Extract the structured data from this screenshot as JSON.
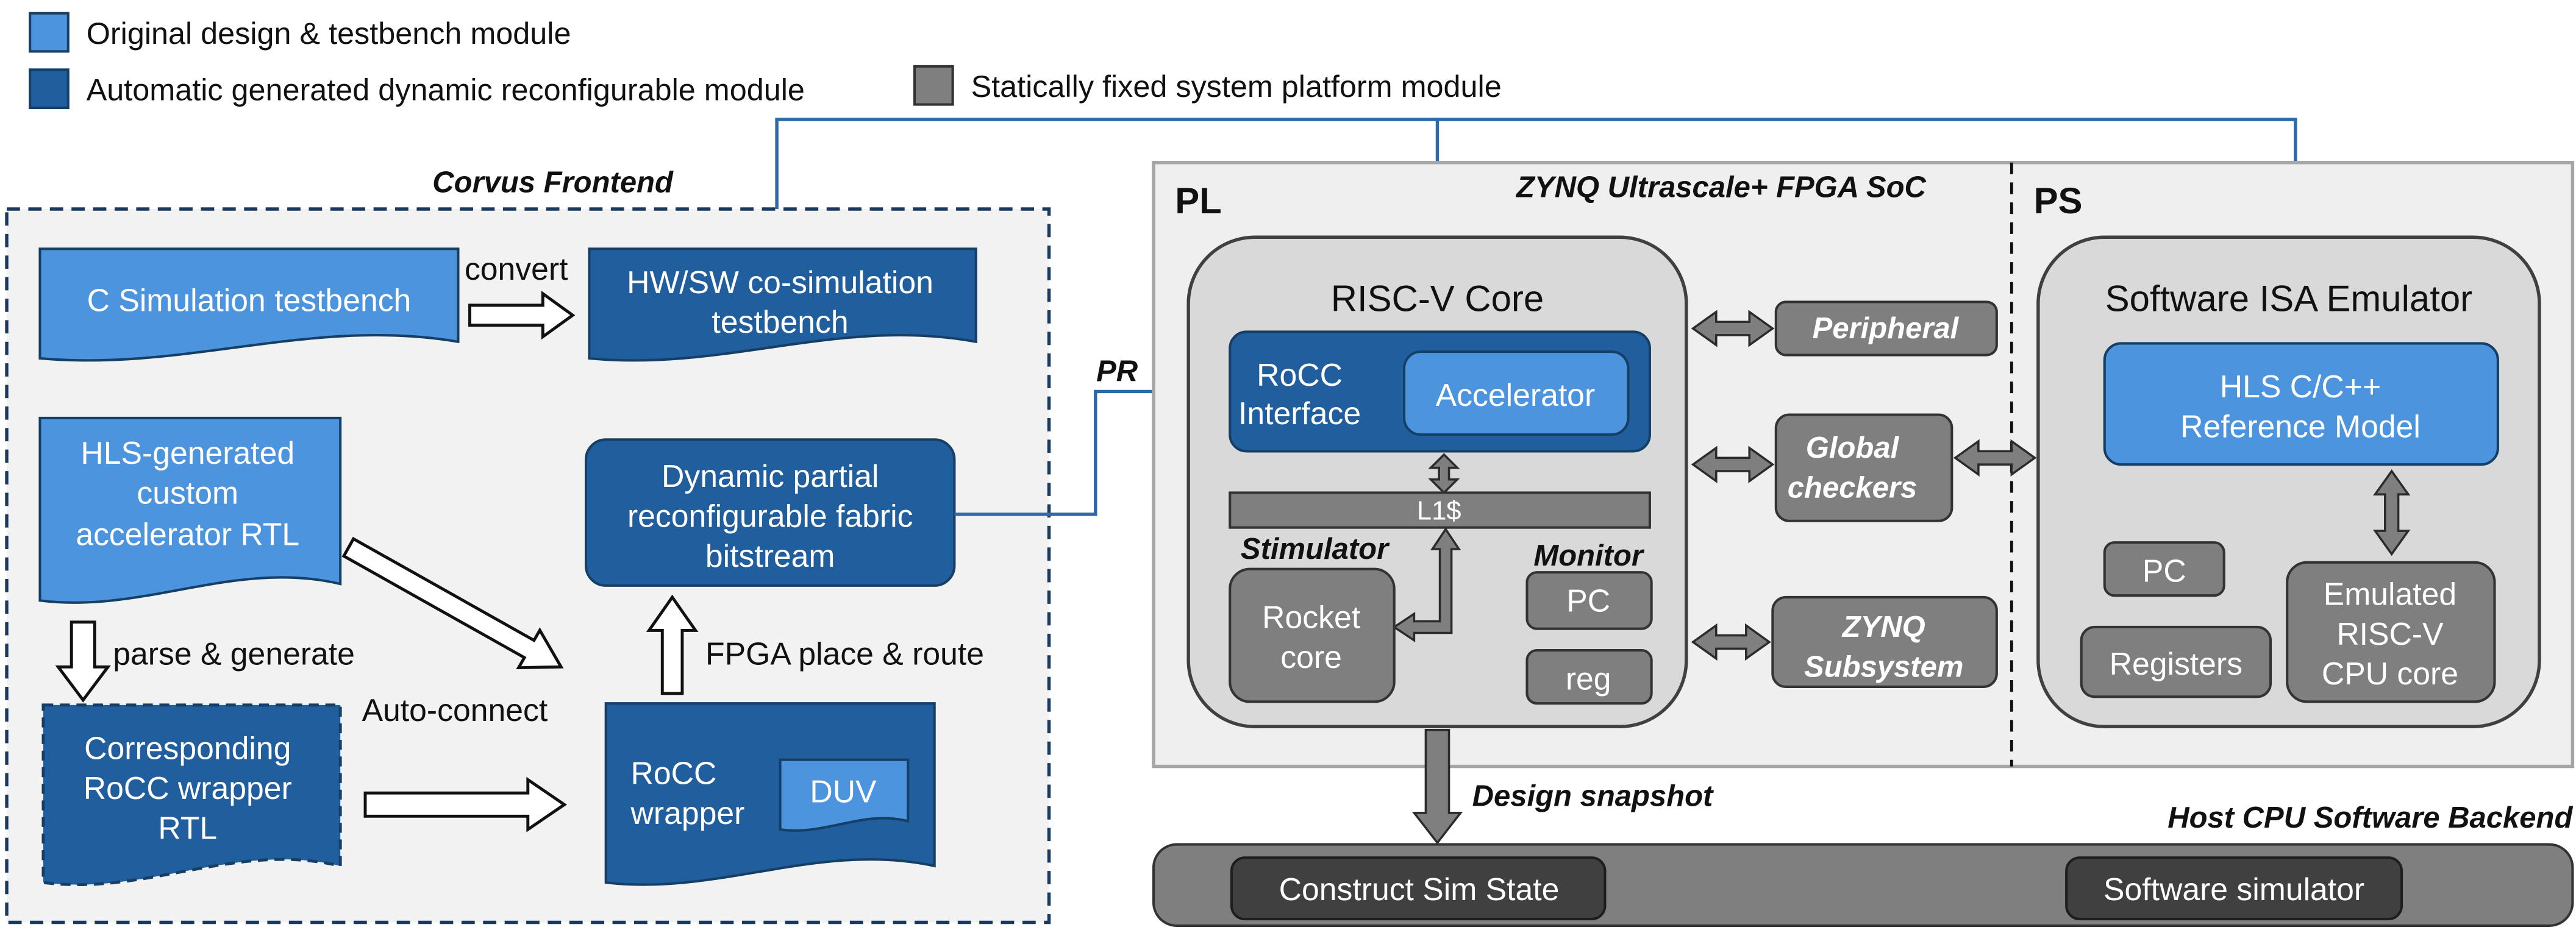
{
  "colors": {
    "light_blue": "#4d94de",
    "dark_blue": "#215e9e",
    "module_gray": "#7f7f7f",
    "dark_gray": "#404040",
    "container_gray": "#d9d9d9",
    "frontend_fill": "#f2f2f2",
    "soc_fill": "#efefef",
    "connector_blue": "#2e6aa8"
  },
  "legend": {
    "original": "Original design & testbench module",
    "generated": "Automatic generated dynamic reconfigurable module",
    "static": "Statically fixed system platform module"
  },
  "frontend": {
    "title": "Corvus Frontend",
    "c_sim_testbench": "C Simulation testbench",
    "convert_label": "convert",
    "cosim_testbench": [
      "HW/SW co-simulation",
      "testbench"
    ],
    "hls_rtl": [
      "HLS-generated",
      "custom",
      "accelerator RTL"
    ],
    "bitstream": [
      "Dynamic partial",
      "reconfigurable fabric",
      "bitstream"
    ],
    "parse_generate_label": "parse & generate",
    "auto_connect_label": "Auto-connect",
    "place_route_label": "FPGA place & route",
    "rocc_wrapper_rtl": [
      "Corresponding",
      "RoCC wrapper",
      "RTL"
    ],
    "rocc_wrapper": [
      "RoCC",
      "wrapper"
    ],
    "duv": "DUV"
  },
  "pr_label": "PR",
  "soc": {
    "title": "ZYNQ Ultrascale+ FPGA SoC",
    "pl_label": "PL",
    "ps_label": "PS",
    "riscv_core": {
      "title": "RISC-V Core",
      "rocc_interface": [
        "RoCC",
        "Interface"
      ],
      "accelerator": "Accelerator",
      "l1_cache": "L1$",
      "stimulator_label": "Stimulator",
      "monitor_label": "Monitor",
      "rocket_core": [
        "Rocket",
        "core"
      ],
      "pc": "PC",
      "reg": "reg"
    },
    "peripheral": "Peripheral",
    "global_checkers": [
      "Global",
      "checkers"
    ],
    "zynq_subsystem": [
      "ZYNQ",
      "Subsystem"
    ],
    "isa_emulator": {
      "title": "Software ISA Emulator",
      "reference_model": [
        "HLS C/C++",
        "Reference Model"
      ],
      "pc": "PC",
      "registers": "Registers",
      "emulated_cpu": [
        "Emulated",
        "RISC-V",
        "CPU core"
      ]
    }
  },
  "design_snapshot_label": "Design snapshot",
  "backend": {
    "title": "Host CPU Software Backend",
    "construct_sim_state": "Construct Sim State",
    "software_simulator": "Software simulator"
  }
}
